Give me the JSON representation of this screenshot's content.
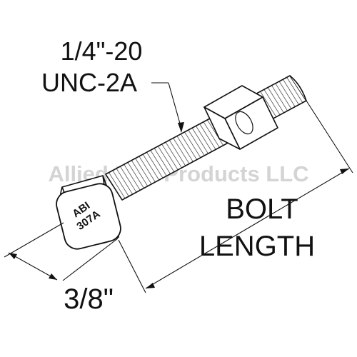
{
  "thread_spec": {
    "size": "1/4\"-20",
    "class": "UNC-2A"
  },
  "head_stamp": {
    "line1": "ABI",
    "line2": "307A"
  },
  "head_width": "3/8\"",
  "bolt_length": {
    "line1": "BOLT",
    "line2": "LENGTH"
  },
  "watermark": "Allied Bolt Products LLC"
}
